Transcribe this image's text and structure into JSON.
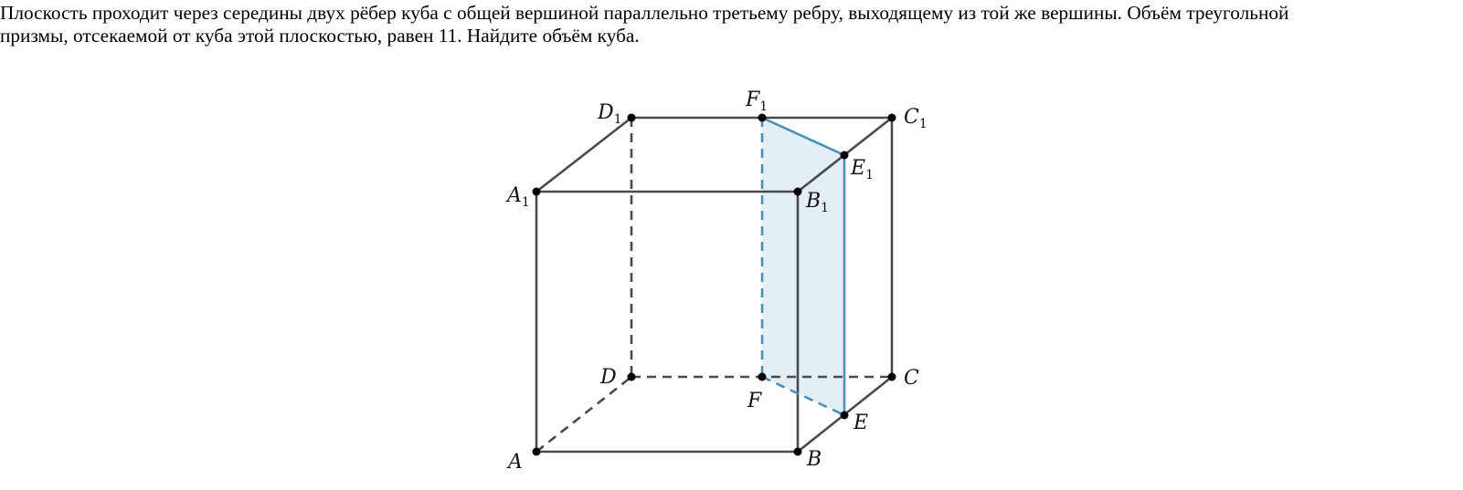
{
  "problem": {
    "line1": "Плоскость проходит через середины двух рёбер куба с общей вершиной параллельно третьему ребру, выходящему из той же вершины. Объём треугольной",
    "line2": "призмы, отсекаемой от куба этой плоскостью, равен 11. Найдите объём куба."
  },
  "figure": {
    "colors": {
      "edge": "#4a4a4a",
      "section_line": "#4a90b8",
      "section_fill": "#e4eef5",
      "point": "#000000"
    },
    "vertices": {
      "A": {
        "name": "A",
        "sub": ""
      },
      "B": {
        "name": "B",
        "sub": ""
      },
      "C": {
        "name": "C",
        "sub": ""
      },
      "D": {
        "name": "D",
        "sub": ""
      },
      "E": {
        "name": "E",
        "sub": ""
      },
      "F": {
        "name": "F",
        "sub": ""
      },
      "A1": {
        "name": "A",
        "sub": "1"
      },
      "B1": {
        "name": "B",
        "sub": "1"
      },
      "C1": {
        "name": "C",
        "sub": "1"
      },
      "D1": {
        "name": "D",
        "sub": "1"
      },
      "E1": {
        "name": "E",
        "sub": "1"
      },
      "F1": {
        "name": "F",
        "sub": "1"
      }
    }
  }
}
